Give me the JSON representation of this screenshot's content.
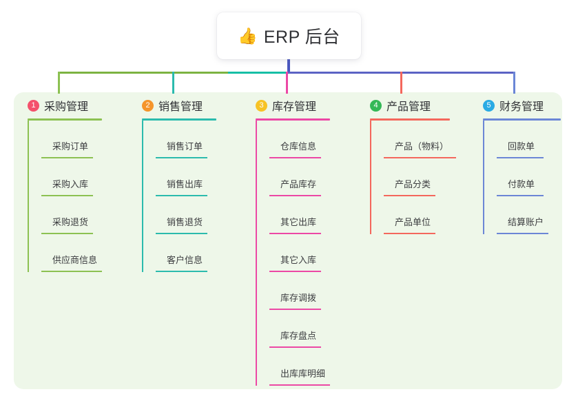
{
  "root": {
    "icon": "thumbs-up-emoji",
    "emoji": "👍",
    "title": "ERP 后台"
  },
  "palette": {
    "panel_background": "#eef7e9",
    "page_background": "#ffffff",
    "root_stem": "#4a57c0",
    "bar_left": "#7cb342",
    "bar_mid": "#16bfa6",
    "bar_right": "#5b63c4",
    "text": "#2f3034"
  },
  "columns": [
    {
      "index": "1",
      "badge_number": "1",
      "badge_color": "#f4516c",
      "label": "采购管理",
      "line_color": "#8cc152",
      "head_rule_width": 108,
      "items": [
        {
          "label": "采购订单",
          "rule_width": 75
        },
        {
          "label": "采购入库",
          "rule_width": 75
        },
        {
          "label": "采购退货",
          "rule_width": 75
        },
        {
          "label": "供应商信息",
          "rule_width": 88
        }
      ]
    },
    {
      "index": "2",
      "badge_number": "2",
      "badge_color": "#f5952b",
      "label": "销售管理",
      "line_color": "#2bbbad",
      "head_rule_width": 108,
      "items": [
        {
          "label": "销售订单",
          "rule_width": 75
        },
        {
          "label": "销售出库",
          "rule_width": 75
        },
        {
          "label": "销售退货",
          "rule_width": 75
        },
        {
          "label": "客户信息",
          "rule_width": 75
        }
      ]
    },
    {
      "index": "3",
      "badge_number": "3",
      "badge_color": "#f7c325",
      "label": "库存管理",
      "line_color": "#ec48a5",
      "head_rule_width": 108,
      "items": [
        {
          "label": "仓库信息",
          "rule_width": 75
        },
        {
          "label": "产品库存",
          "rule_width": 75
        },
        {
          "label": "其它出库",
          "rule_width": 75
        },
        {
          "label": "其它入库",
          "rule_width": 75
        },
        {
          "label": "库存调拨",
          "rule_width": 75
        },
        {
          "label": "库存盘点",
          "rule_width": 75
        },
        {
          "label": "出库库明细",
          "rule_width": 88
        }
      ]
    },
    {
      "index": "4",
      "badge_number": "4",
      "badge_color": "#34b857",
      "label": "产品管理",
      "line_color": "#f4675c",
      "head_rule_width": 116,
      "items": [
        {
          "label": "产品（物料）",
          "rule_width": 105
        },
        {
          "label": "产品分类",
          "rule_width": 75
        },
        {
          "label": "产品单位",
          "rule_width": 75
        }
      ]
    },
    {
      "index": "5",
      "badge_number": "5",
      "badge_color": "#2aabe4",
      "label": "财务管理",
      "line_color": "#6b86d6",
      "head_rule_width": 113,
      "items": [
        {
          "label": "回款单",
          "rule_width": 68
        },
        {
          "label": "付款单",
          "rule_width": 68
        },
        {
          "label": "结算账户",
          "rule_width": 75
        }
      ]
    }
  ]
}
